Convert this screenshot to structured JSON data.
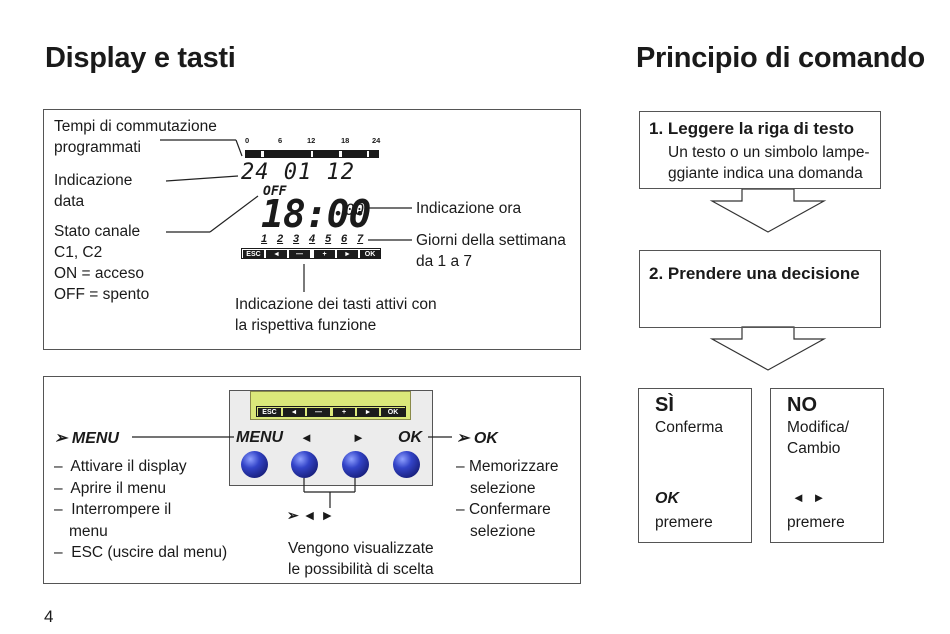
{
  "left_title": "Display e tasti",
  "right_title": "Principio di comando",
  "page_number": "4",
  "display_panel": {
    "label_times_1": "Tempi di commutazione",
    "label_times_2": "programmati",
    "label_date_1": "Indicazione",
    "label_date_2": "data",
    "label_channel_1": "Stato canale",
    "label_channel_2": "C1, C2",
    "label_channel_3": "ON = acceso",
    "label_channel_4": "OFF = spento",
    "label_time": "Indicazione ora",
    "label_days_1": "Giorni della settimana",
    "label_days_2": "da 1 a 7",
    "label_keys_1": "Indicazione dei tasti attivi con",
    "label_keys_2": "la rispettiva funzione",
    "lcd": {
      "scale": [
        "0",
        "6",
        "12",
        "18",
        "24"
      ],
      "date": "24  01  12",
      "status": "OFF",
      "time": "18:00",
      "seconds": "00",
      "days": [
        "1",
        "2",
        "3",
        "4",
        "5",
        "6",
        "7"
      ],
      "keys": [
        "ESC",
        "◄",
        "—",
        "+",
        "►",
        "OK"
      ]
    }
  },
  "keys_panel": {
    "menu_title": "MENU",
    "menu_items": [
      "Attivare il display",
      "Aprire il menu",
      "Interrompere il",
      "menu",
      "ESC (uscire dal menu)"
    ],
    "ok_title": "OK",
    "ok_items": [
      "Memorizzare",
      "selezione",
      "Confermare",
      "selezione"
    ],
    "device_keys": [
      "ESC",
      "◄",
      "—",
      "+",
      "►",
      "OK"
    ],
    "button_labels": [
      "MENU",
      "◄",
      "►",
      "OK"
    ],
    "arrows_symbol": "➢ ◄ ►",
    "arrows_caption_1": "Vengono visualizzate",
    "arrows_caption_2": "le possibilità di scelta"
  },
  "principle": {
    "step1_title": "1. Leggere la riga di testo",
    "step1_text_1": "Un testo o un simbolo lampe-",
    "step1_text_2": "ggiante indica una domanda",
    "step2_title": "2. Prendere una decisione",
    "yes_title": "SÌ",
    "yes_text": "Conferma",
    "yes_key": "OK",
    "yes_action": "premere",
    "no_title": "NO",
    "no_text_1": "Modifica/",
    "no_text_2": "Cambio",
    "no_key": "◄ ►",
    "no_action": "premere"
  }
}
